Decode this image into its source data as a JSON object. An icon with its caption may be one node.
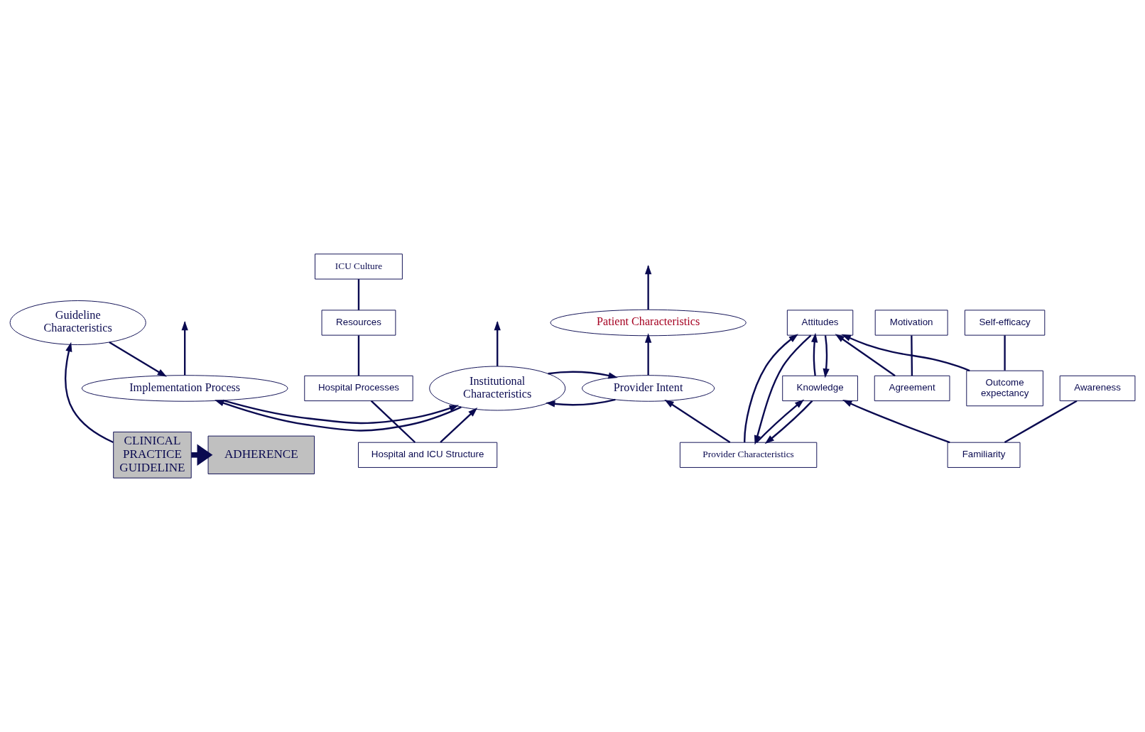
{
  "diagram": {
    "nodes": [
      {
        "text": [
          "CLINICAL PRACTICE GUIDELINE"
        ]
      },
      {
        "text": [
          "ADHERENCE"
        ]
      },
      {
        "text": [
          "Guideline Characteristics"
        ]
      },
      {
        "text": [
          "Patient Characteristics"
        ]
      },
      {
        "text": [
          "Implementation Process"
        ]
      },
      {
        "text": [
          "Institutional Characteristics"
        ]
      },
      {
        "text": [
          "Provider Intent"
        ]
      },
      {
        "text": [
          "Hospital and ICU Structure"
        ]
      },
      {
        "text": [
          "Provider Characteristics"
        ]
      },
      {
        "text": [
          "Hospital Processes"
        ]
      },
      {
        "text": [
          "Knowledge"
        ]
      },
      {
        "text": [
          "Attitudes"
        ]
      },
      {
        "text": [
          "Resources"
        ]
      },
      {
        "text": [
          "Familiarity"
        ]
      },
      {
        "text": [
          "Agreement"
        ]
      },
      {
        "text": [
          "Outcome expectancy"
        ]
      },
      {
        "text": [
          "ICU Culture"
        ]
      },
      {
        "text": [
          "Awareness"
        ]
      },
      {
        "text": [
          "Motivation"
        ]
      },
      {
        "text": [
          "Self-efficacy"
        ]
      }
    ],
    "edges": [
      {
        "from": 0,
        "to": 1,
        "arrow": "to",
        "style": "thick"
      },
      {
        "from": 0,
        "to": 2,
        "arrow": "to"
      },
      {
        "from": 2,
        "to": 4,
        "arrow": "to"
      },
      {
        "from": 4,
        "to": null,
        "arrow": "to"
      },
      {
        "from": 5,
        "to": null,
        "arrow": "to"
      },
      {
        "from": 3,
        "to": null,
        "arrow": "to"
      },
      {
        "from": 4,
        "to": 5,
        "arrow": "to"
      },
      {
        "from": 5,
        "to": 4,
        "arrow": "to"
      },
      {
        "from": 5,
        "to": 6,
        "arrow": "to"
      },
      {
        "from": 6,
        "to": 5,
        "arrow": "to"
      },
      {
        "from": 6,
        "to": 3,
        "arrow": "to"
      },
      {
        "from": 8,
        "to": 6,
        "arrow": "to"
      },
      {
        "from": 7,
        "to": 5,
        "arrow": "to"
      },
      {
        "from": 7,
        "to": 9,
        "arrow": "none"
      },
      {
        "from": 9,
        "to": 12,
        "arrow": "none"
      },
      {
        "from": 12,
        "to": 16,
        "arrow": "none"
      },
      {
        "from": 10,
        "to": 8,
        "arrow": "to"
      },
      {
        "from": 8,
        "to": 10,
        "arrow": "to"
      },
      {
        "from": 8,
        "to": 11,
        "arrow": "to"
      },
      {
        "from": 11,
        "to": 8,
        "arrow": "to"
      },
      {
        "from": 11,
        "to": 10,
        "arrow": "to"
      },
      {
        "from": 10,
        "to": 11,
        "arrow": "to"
      },
      {
        "from": 13,
        "to": 10,
        "arrow": "to"
      },
      {
        "from": 14,
        "to": 11,
        "arrow": "to"
      },
      {
        "from": 15,
        "to": 11,
        "arrow": "to"
      },
      {
        "from": 13,
        "to": 17,
        "arrow": "none"
      },
      {
        "from": 14,
        "to": 18,
        "arrow": "none"
      },
      {
        "from": 15,
        "to": 19,
        "arrow": "none"
      }
    ]
  }
}
